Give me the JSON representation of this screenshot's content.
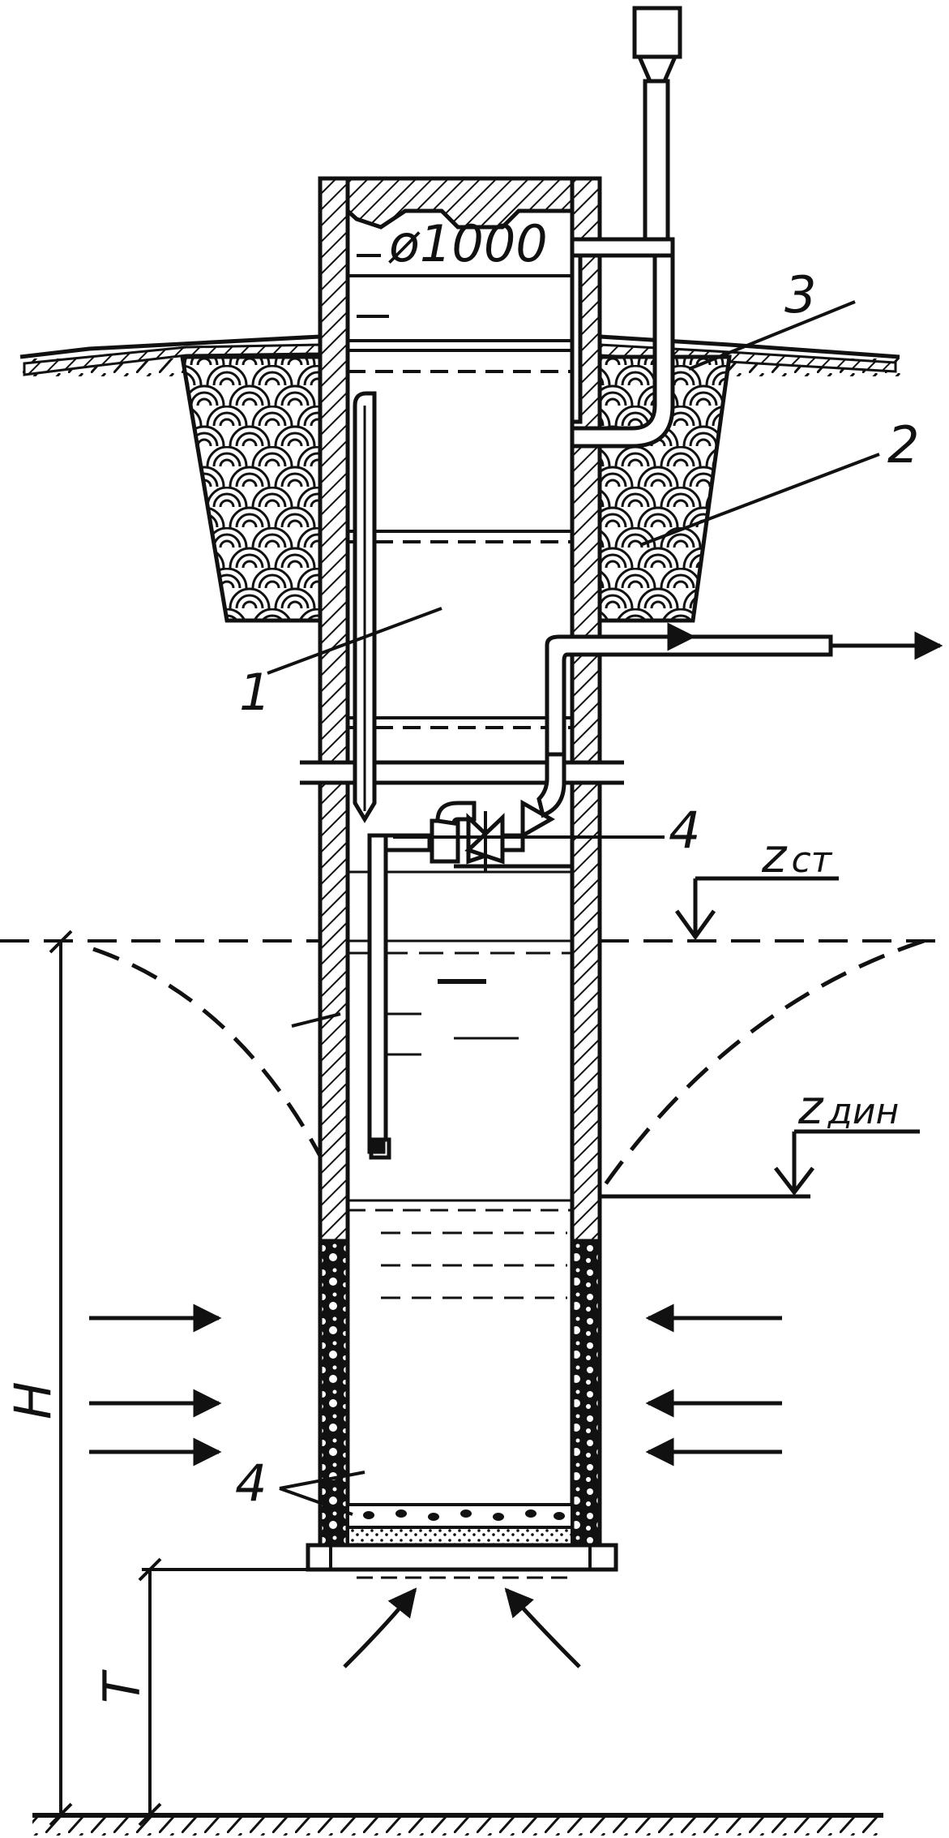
{
  "diagram": {
    "diameter_label": "ø1000",
    "labels": {
      "shaft": "1",
      "clay_backfill": "2",
      "blind_area": "3",
      "filter_note": "4",
      "pump_note": "4"
    },
    "levels": {
      "static": {
        "main": "z",
        "sub": "ст"
      },
      "dynamic": {
        "main": "z",
        "sub": "дин"
      }
    },
    "dims": {
      "aquifer_thickness": "H",
      "depth_below": "T"
    }
  },
  "colors": {
    "ink": "#111111",
    "paper": "#ffffff"
  }
}
